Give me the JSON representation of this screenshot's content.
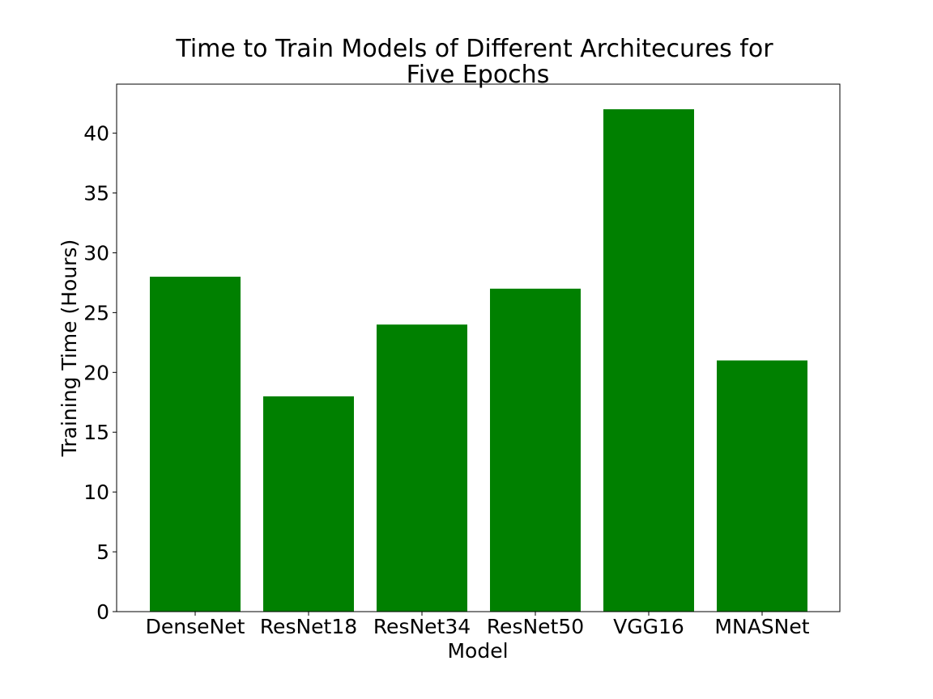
{
  "chart_data": {
    "type": "bar",
    "title_lines": [
      "Time to Train Models of Different Architecures for",
      "Five Epochs"
    ],
    "xlabel": "Model",
    "ylabel": "Training Time (Hours)",
    "categories": [
      "DenseNet",
      "ResNet18",
      "ResNet34",
      "ResNet50",
      "VGG16",
      "MNASNet"
    ],
    "values": [
      28,
      18,
      24,
      27,
      42,
      21
    ],
    "ylim": [
      0,
      44.1
    ],
    "yticks": [
      0,
      5,
      10,
      15,
      20,
      25,
      30,
      35,
      40
    ],
    "grid": false,
    "legend": "none",
    "bar_color": "#008000"
  }
}
